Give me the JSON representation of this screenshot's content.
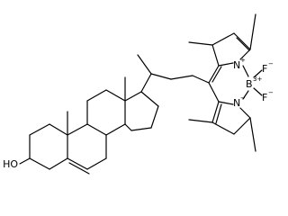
{
  "labels": {
    "hydroxyl": "HO",
    "nitrogen_upper": "N",
    "nitrogen_upper_charge": "+",
    "nitrogen_lower": "N",
    "nitrogen_lower_charge": "−",
    "boron": "B",
    "boron_charge": "3+",
    "fluorine_upper": "F",
    "fluorine_upper_charge": "−",
    "fluorine_lower": "F",
    "fluorine_lower_charge": "−"
  }
}
